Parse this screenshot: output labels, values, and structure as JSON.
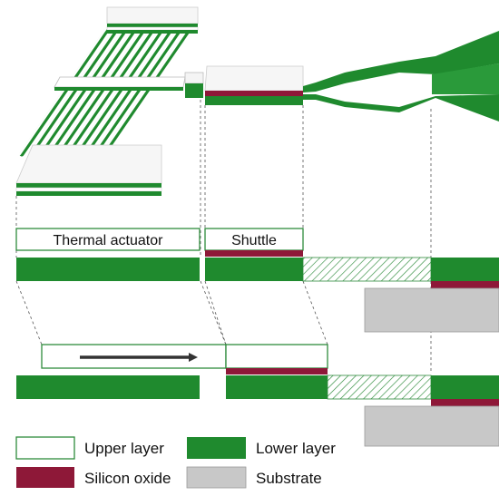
{
  "labels": {
    "thermal_actuator": "Thermal actuator",
    "shuttle": "Shuttle"
  },
  "legend": {
    "upper_layer": "Upper layer",
    "lower_layer": "Lower layer",
    "silicon_oxide": "Silicon oxide",
    "substrate": "Substrate"
  },
  "colors": {
    "lower_layer": "#1f8a2e",
    "upper_layer": "#ffffff",
    "upper_outline": "#2e8b3c",
    "silicon_oxide": "#8e1838",
    "substrate": "#c8c8c8",
    "arrow": "#333333"
  },
  "icons": {
    "motion_arrow": "arrow-right-icon"
  }
}
